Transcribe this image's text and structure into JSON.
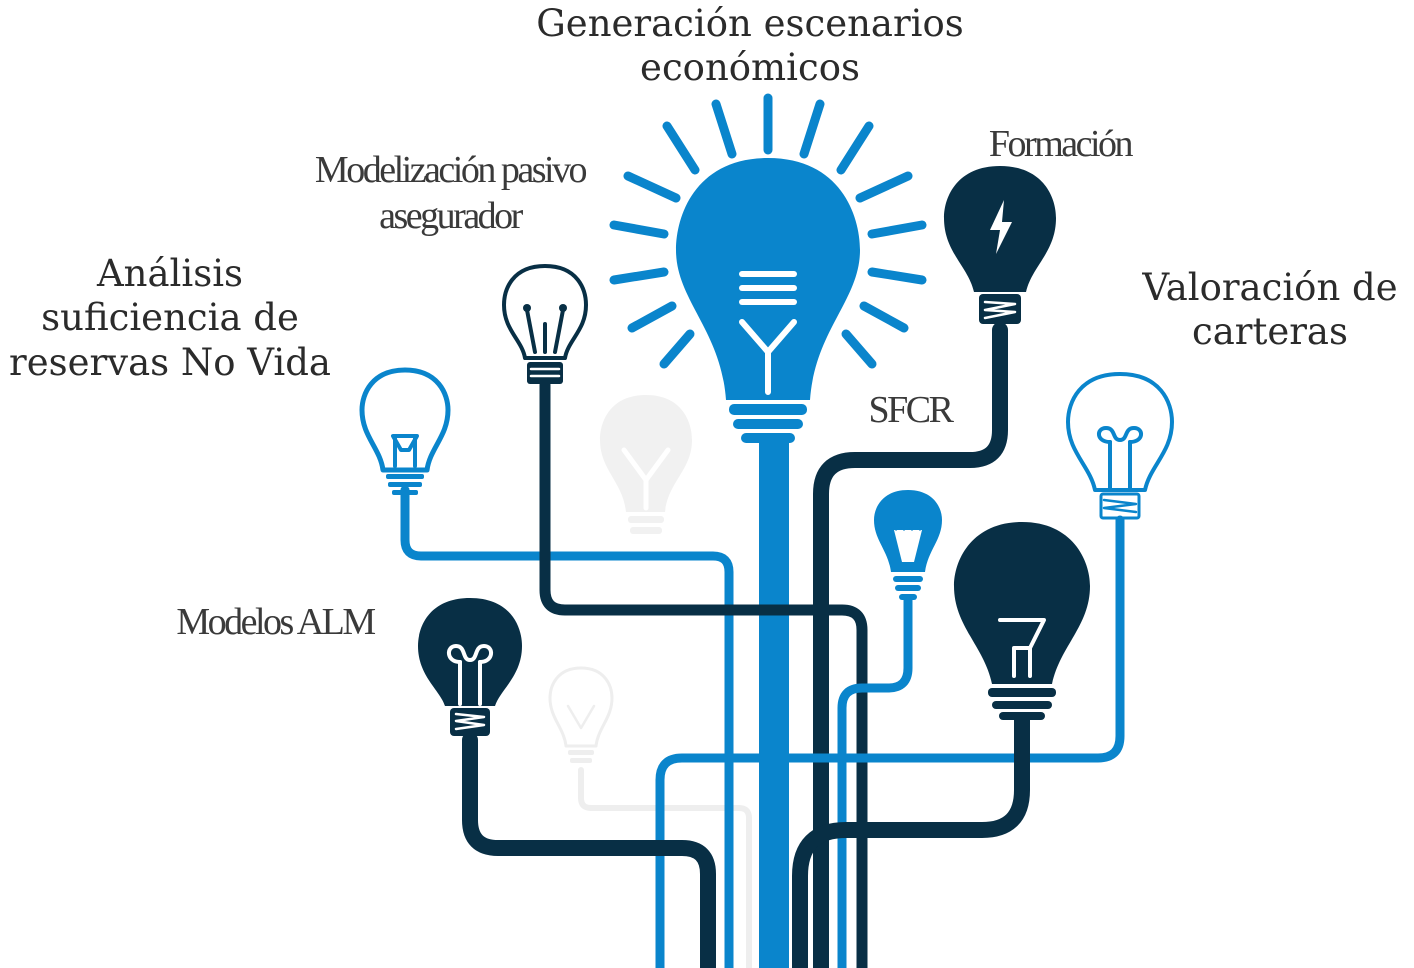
{
  "labels": {
    "generacion": "Generación escenarios\neconómicos",
    "modelizacion": "Modelización pasivo\nasegurador",
    "analisis": "Análisis\nsuficiencia de\nreservas No Vida",
    "formacion": "Formación",
    "valoracion": "Valoración de\ncarteras",
    "sfcr": "SFCR",
    "alm": "Modelos ALM"
  },
  "colors": {
    "blue": "#0a85cc",
    "navy": "#082f45",
    "ghost": "#eeeeee",
    "text": "#2b2b2b"
  }
}
